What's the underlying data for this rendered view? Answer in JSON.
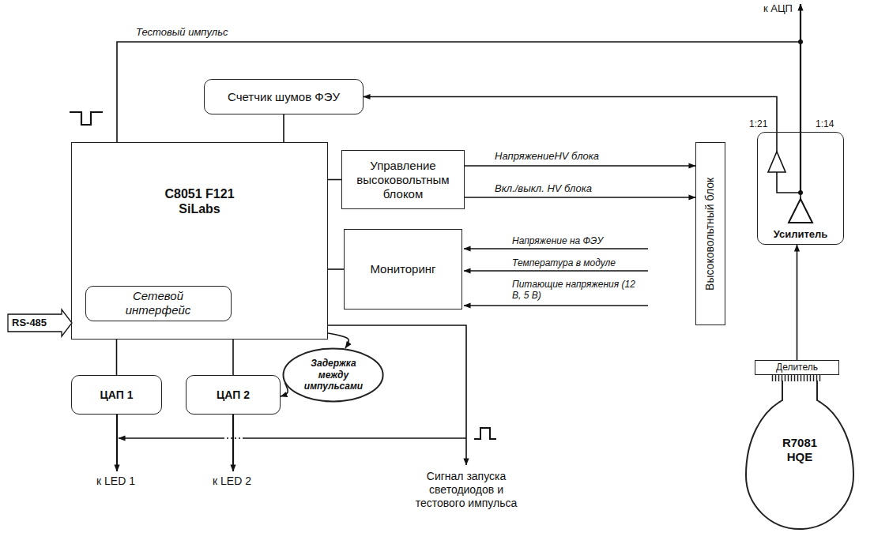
{
  "diagram": {
    "nodes": [
      {
        "text": [
          "Счетчик шумов ФЭУ"
        ]
      },
      {
        "text": [
          "C8051 F121 SiLabs"
        ]
      },
      {
        "text": [
          "Сетевой интерфейс"
        ],
        "in": 1
      },
      {
        "text": [
          "Управление высоковольтным блоком"
        ]
      },
      {
        "text": [
          "Мониторинг"
        ]
      },
      {
        "text": [
          "Высоковольтный блок"
        ]
      },
      {
        "text": [
          "Усилитель"
        ]
      },
      {
        "text": [
          "Делитель"
        ]
      },
      {
        "text": [
          "R7081 HQE"
        ]
      },
      {
        "text": [
          "ЦАП 1"
        ]
      },
      {
        "text": [
          "ЦАП 2"
        ]
      },
      {
        "text": [
          "Задержка между импульсами"
        ]
      }
    ],
    "edges": [
      {
        "from": 6,
        "to": 0,
        "arrow": "to"
      },
      {
        "from": 0,
        "to": 1,
        "arrow": "none"
      },
      {
        "from": 1,
        "to": 6,
        "arrow": "none",
        "label": "Тестовый импульс"
      },
      {
        "from": 1,
        "to": 3,
        "arrow": "none"
      },
      {
        "from": 1,
        "to": 4,
        "arrow": "none"
      },
      {
        "from": 3,
        "to": 5,
        "arrow": "to",
        "label": "НапряжениеHV блока"
      },
      {
        "from": 3,
        "to": 5,
        "arrow": "to",
        "label": "Вкл./выкл. HV блока"
      },
      {
        "from": 1,
        "to": 11,
        "arrow": "to"
      },
      {
        "from": 11,
        "to": 10,
        "arrow": "to"
      },
      {
        "from": 1,
        "to": 9,
        "arrow": "none"
      },
      {
        "from": 1,
        "to": 10,
        "arrow": "none"
      },
      {
        "from": 7,
        "to": 6,
        "arrow": "to"
      }
    ],
    "labels": [
      "к АЦП",
      "1:21",
      "1:14",
      "Напряжение на ФЭУ",
      "Температура в модуле",
      "Питающие напряжения (12 В, 5 В)",
      "RS-485",
      "к LED 1",
      "к LED 2",
      "Сигнал запуска светодиодов и тестового импульса"
    ]
  }
}
